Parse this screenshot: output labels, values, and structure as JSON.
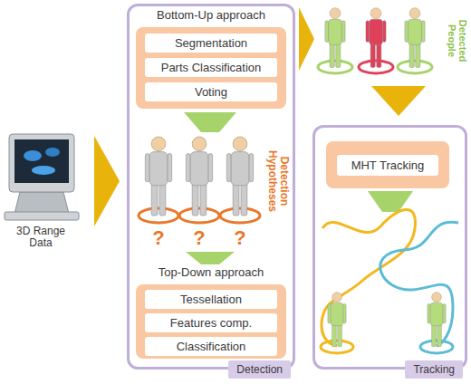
{
  "diagram": {
    "nodes": [
      {
        "text": [
          "Detection"
        ]
      },
      {
        "text": [
          "Bottom-Up approach"
        ],
        "in": 0
      },
      {
        "text": [
          "Segmentation"
        ],
        "in": 1
      },
      {
        "text": [
          "Parts Classification"
        ],
        "in": 1
      },
      {
        "text": [
          "Voting"
        ],
        "in": 1
      },
      {
        "text": [
          "Top-Down approach"
        ],
        "in": 0
      },
      {
        "text": [
          "Tessellation"
        ],
        "in": 5
      },
      {
        "text": [
          "Features comp."
        ],
        "in": 5
      },
      {
        "text": [
          "Classification"
        ],
        "in": 5
      },
      {
        "text": [
          "Tracking"
        ]
      },
      {
        "text": [
          "MHT Tracking"
        ],
        "in": 9
      }
    ],
    "labels": [
      "3D Range Data",
      "Detection Hypotheses",
      "?",
      "?",
      "?",
      "Detected People"
    ]
  }
}
